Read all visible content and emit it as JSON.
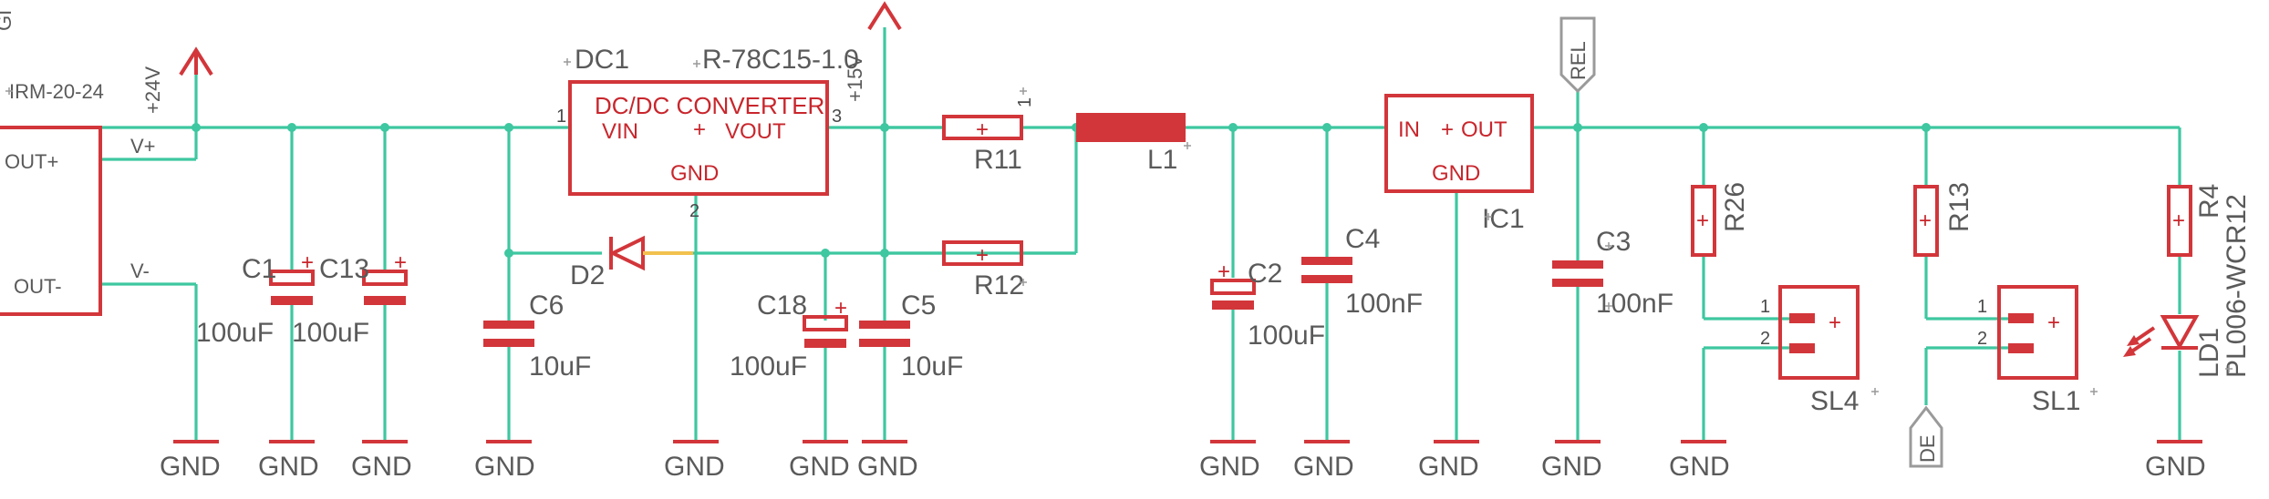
{
  "labels": {
    "corner_cut": "GI",
    "psu_name": "IRM-20-24",
    "psu_out_plus": "OUT+",
    "psu_out_minus": "OUT-",
    "psu_vplus": "V+",
    "psu_vminus": "V-",
    "rail_24v": "+24V",
    "rail_15v": "+15V",
    "dc1_name": "DC1",
    "dc1_value": "R-78C15-1.0",
    "dc1_title": "DC/DC CONVERTER",
    "dc1_vin": "VIN",
    "dc1_vout": "VOUT",
    "dc1_gnd": "GND",
    "dc1_pin1": "1",
    "dc1_pin2": "2",
    "dc1_pin3": "3",
    "r11_name": "R11",
    "r11_pin": "1",
    "r12_name": "R12",
    "l1_name": "L1",
    "d2_name": "D2",
    "ic1_name": "IC1",
    "ic1_in": "IN",
    "ic1_out": "OUT",
    "ic1_gnd": "GND",
    "rel_label": "REL",
    "de_label": "DE",
    "c1_name": "C1",
    "c1_value": "100uF",
    "c13_name": "C13",
    "c13_value": "100uF",
    "c6_name": "C6",
    "c6_value": "10uF",
    "c18_name": "C18",
    "c18_value": "100uF",
    "c5_name": "C5",
    "c5_value": "10uF",
    "c2_name": "C2",
    "c2_value": "100uF",
    "c4_name": "C4",
    "c4_value": "100nF",
    "c3_name": "C3",
    "c3_value": "100nF",
    "r26_name": "R26",
    "r13_name": "R13",
    "r4_name": "R4",
    "ld1_name": "LD1",
    "ld1_value": "PL006-WCR12",
    "sl4_name": "SL4",
    "sl1_name": "SL1",
    "sl_pin1": "1",
    "sl_pin2": "2",
    "gnd": "GND"
  }
}
